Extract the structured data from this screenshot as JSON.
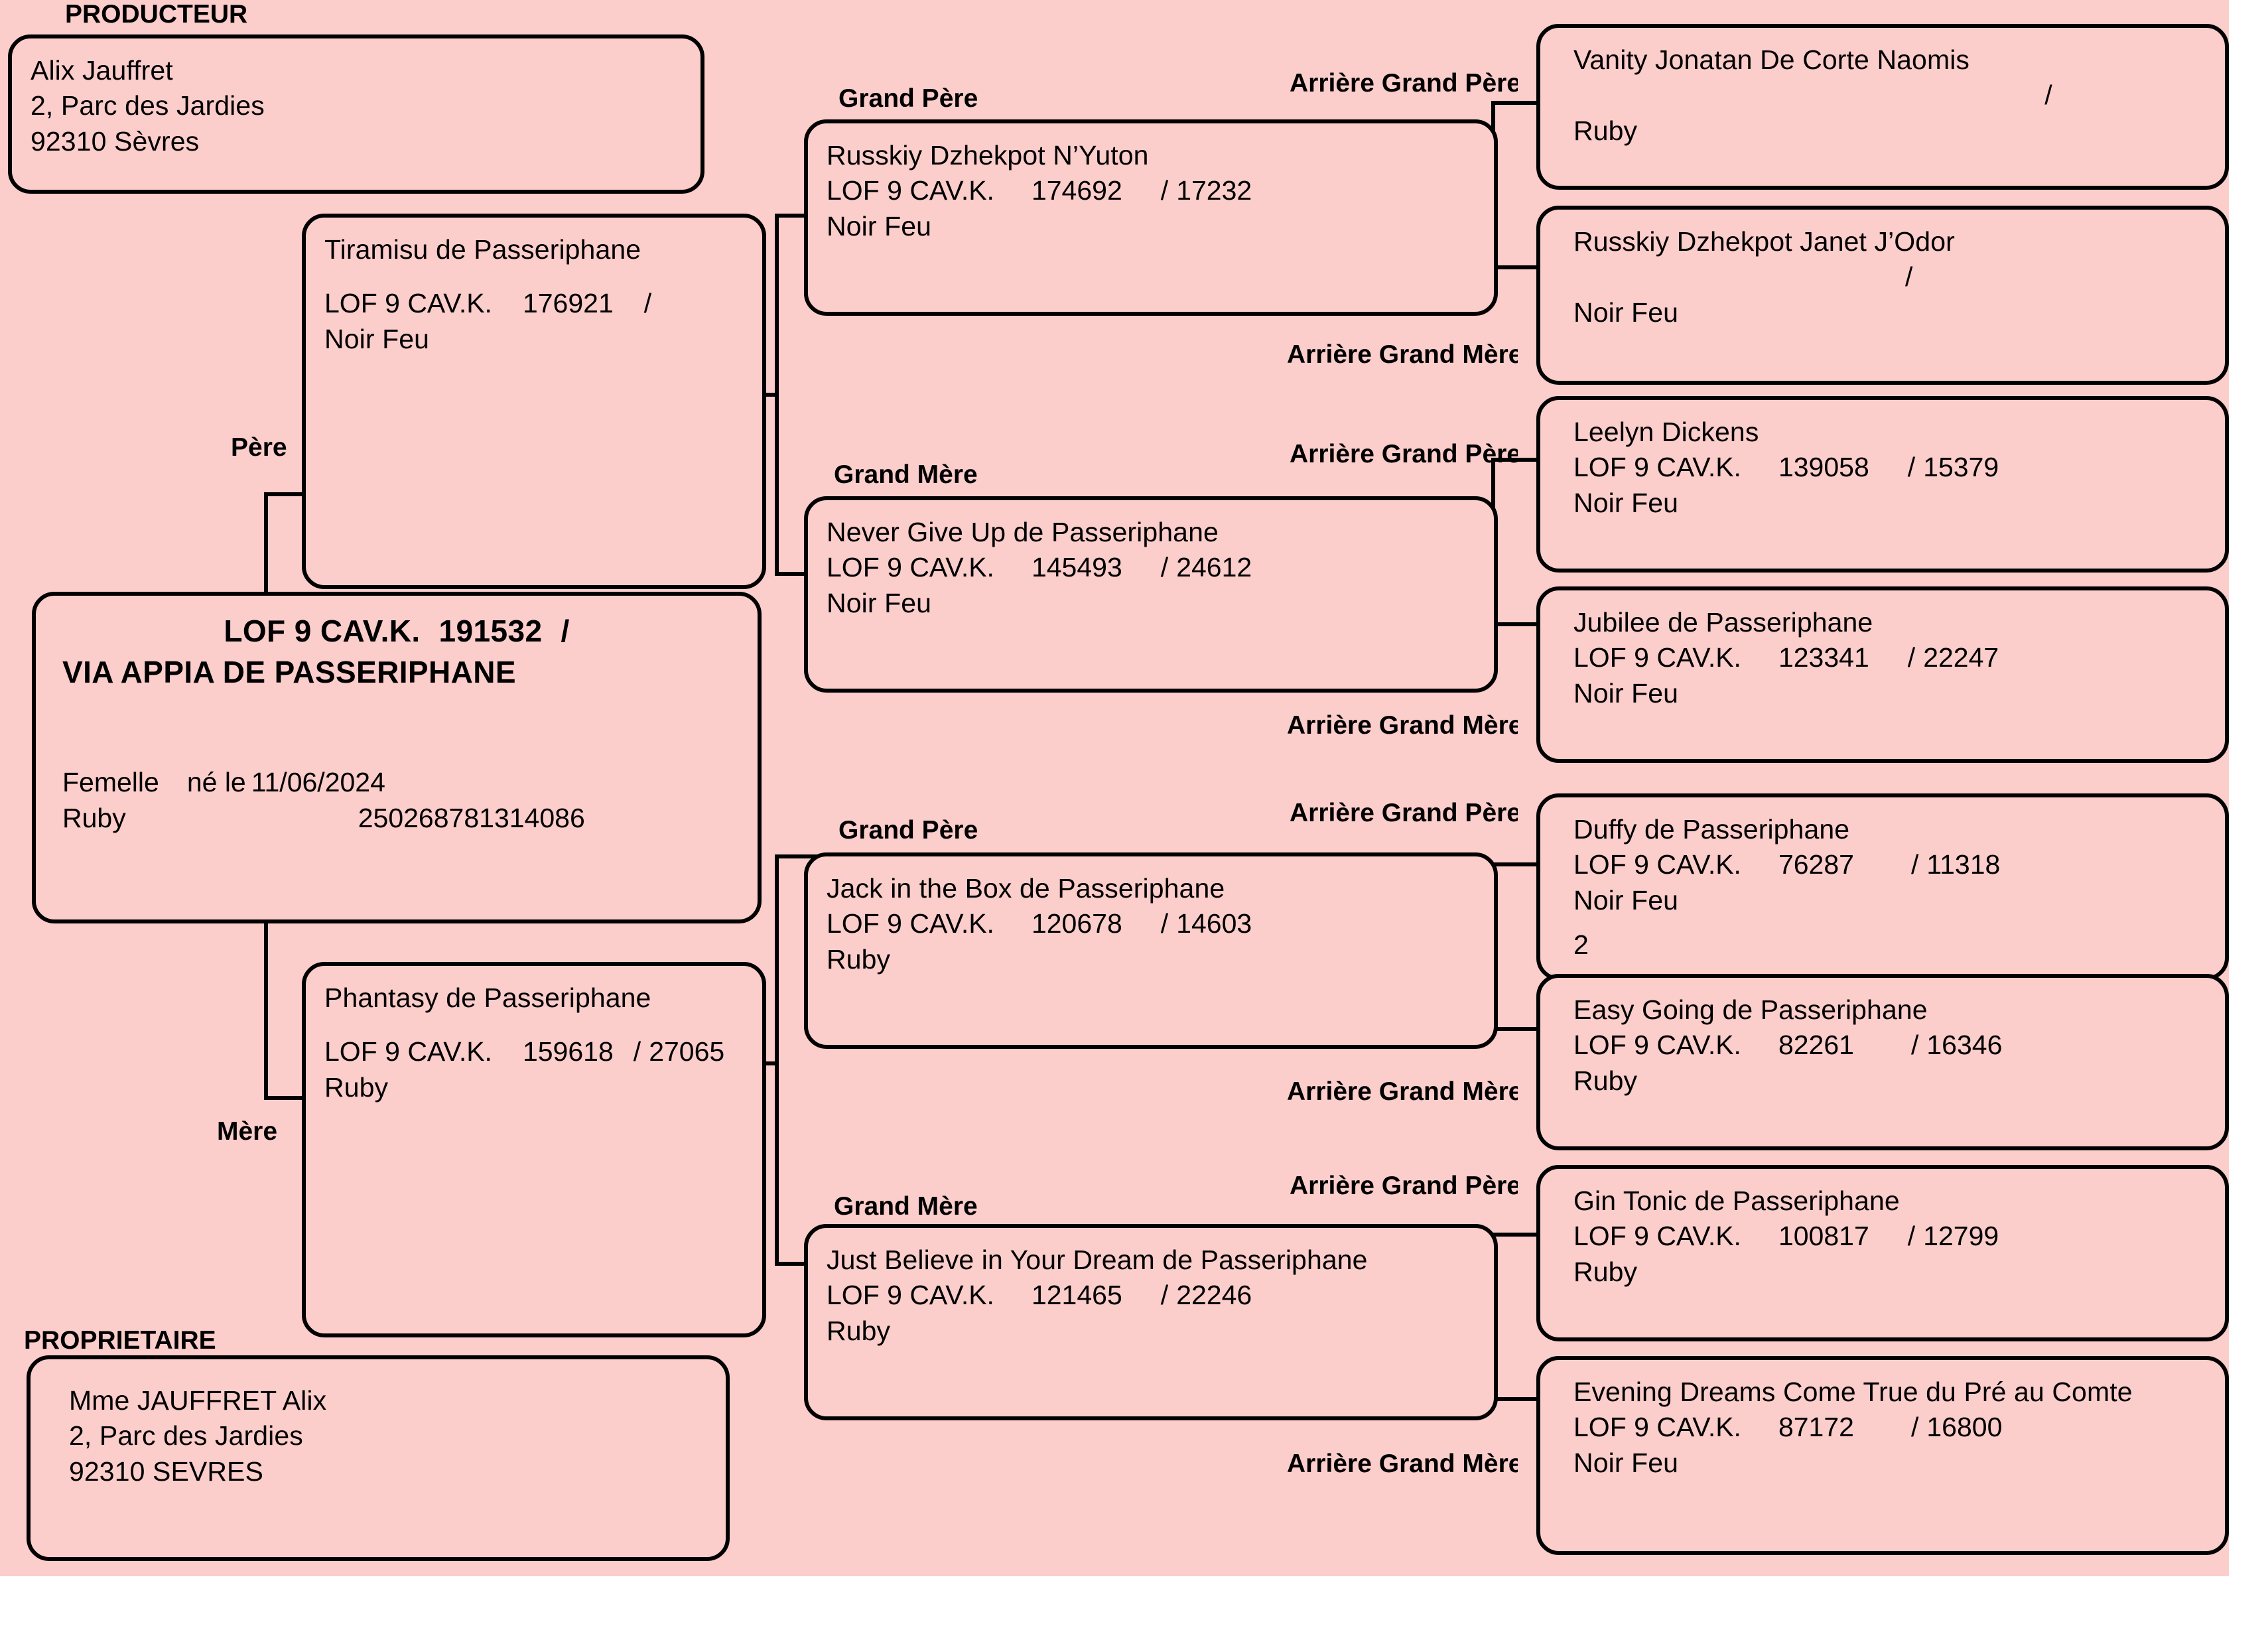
{
  "colors": {
    "background": "#fbcdcb",
    "page": "#ffffff",
    "line": "#000000",
    "text": "#000000"
  },
  "sections": {
    "producteur_label": "PRODUCTEUR",
    "proprietaire_label": "PROPRIETAIRE",
    "pere_label": "Père",
    "mere_label": "Mère",
    "grand_pere_label": "Grand Père",
    "grand_mere_label": "Grand Mère",
    "arriere_grand_pere_label": "Arrière Grand Père",
    "arriere_grand_mere_label": "Arrière Grand Mère"
  },
  "producteur": {
    "name": "Alix Jauffret",
    "address": "2, Parc des Jardies",
    "city": "92310 Sèvres"
  },
  "proprietaire": {
    "name": "Mme JAUFFRET Alix",
    "address": "2, Parc des Jardies",
    "city": "92310 SEVRES"
  },
  "subject": {
    "registry_label": "LOF 9 CAV.K.",
    "registry_number": "191532",
    "registry_sep": "/",
    "registry_secondary": "",
    "name": "VIA APPIA DE PASSERIPHANE",
    "sex": "Femelle",
    "birth_label": "né le",
    "birth_date": "11/06/2024",
    "color": "Ruby",
    "chip": "250268781314086"
  },
  "pere": {
    "name": "Tiramisu de Passeriphane",
    "registry_label": "LOF 9 CAV.K.",
    "registry_number": "176921",
    "registry_sep": "/",
    "registry_secondary": "",
    "color": "Noir Feu"
  },
  "mere": {
    "name": "Phantasy de Passeriphane",
    "registry_label": "LOF 9 CAV.K.",
    "registry_number": "159618",
    "registry_sep": "/",
    "registry_secondary": "27065",
    "color": "Ruby"
  },
  "grandparents": [
    {
      "role": "Grand Père",
      "name": "Russkiy Dzhekpot N’Yuton",
      "registry_label": "LOF 9 CAV.K.",
      "registry_number": "174692",
      "registry_sep": "/",
      "registry_secondary": "17232",
      "color": "Noir Feu"
    },
    {
      "role": "Grand Mère",
      "name": "Never Give Up de Passeriphane",
      "registry_label": "LOF 9 CAV.K.",
      "registry_number": "145493",
      "registry_sep": "/",
      "registry_secondary": "24612",
      "color": "Noir Feu"
    },
    {
      "role": "Grand Père",
      "name": "Jack in the Box de Passeriphane",
      "registry_label": "LOF 9 CAV.K.",
      "registry_number": "120678",
      "registry_sep": "/",
      "registry_secondary": "14603",
      "color": "Ruby"
    },
    {
      "role": "Grand Mère",
      "name": "Just Believe in Your Dream de Passeriphane",
      "registry_label": "LOF 9 CAV.K.",
      "registry_number": "121465",
      "registry_sep": "/",
      "registry_secondary": "22246",
      "color": "Ruby"
    }
  ],
  "great_grandparents": [
    {
      "role": "Arrière Grand Père",
      "name": "Vanity Jonatan De Corte Naomis",
      "registry_label": "",
      "registry_number": "",
      "registry_sep": "/",
      "registry_secondary": "",
      "color": "Ruby",
      "extra": ""
    },
    {
      "role": "Arrière Grand Mère",
      "name": "Russkiy Dzhekpot Janet J’Odor",
      "registry_label": "",
      "registry_number": "",
      "registry_sep": "/",
      "registry_secondary": "",
      "color": "Noir Feu",
      "extra": ""
    },
    {
      "role": "Arrière Grand Père",
      "name": "Leelyn Dickens",
      "registry_label": "LOF 9 CAV.K.",
      "registry_number": "139058",
      "registry_sep": "/",
      "registry_secondary": "15379",
      "color": "Noir Feu",
      "extra": ""
    },
    {
      "role": "Arrière Grand Mère",
      "name": "Jubilee de Passeriphane",
      "registry_label": "LOF 9 CAV.K.",
      "registry_number": "123341",
      "registry_sep": "/",
      "registry_secondary": "22247",
      "color": "Noir Feu",
      "extra": ""
    },
    {
      "role": "Arrière Grand Père",
      "name": "Duffy de Passeriphane",
      "registry_label": "LOF 9 CAV.K.",
      "registry_number": "76287",
      "registry_sep": "/",
      "registry_secondary": "11318",
      "color": "Noir Feu",
      "extra": "2"
    },
    {
      "role": "Arrière Grand Mère",
      "name": "Easy Going de Passeriphane",
      "registry_label": "LOF 9 CAV.K.",
      "registry_number": "82261",
      "registry_sep": "/",
      "registry_secondary": "16346",
      "color": "Ruby",
      "extra": ""
    },
    {
      "role": "Arrière Grand Père",
      "name": "Gin Tonic de Passeriphane",
      "registry_label": "LOF 9 CAV.K.",
      "registry_number": "100817",
      "registry_sep": "/",
      "registry_secondary": "12799",
      "color": "Ruby",
      "extra": ""
    },
    {
      "role": "Arrière Grand Mère",
      "name": "Evening Dreams Come True du Pré au Comte",
      "registry_label": "LOF 9 CAV.K.",
      "registry_number": "87172",
      "registry_sep": "/",
      "registry_secondary": "16800",
      "color": "Noir Feu",
      "extra": ""
    }
  ]
}
